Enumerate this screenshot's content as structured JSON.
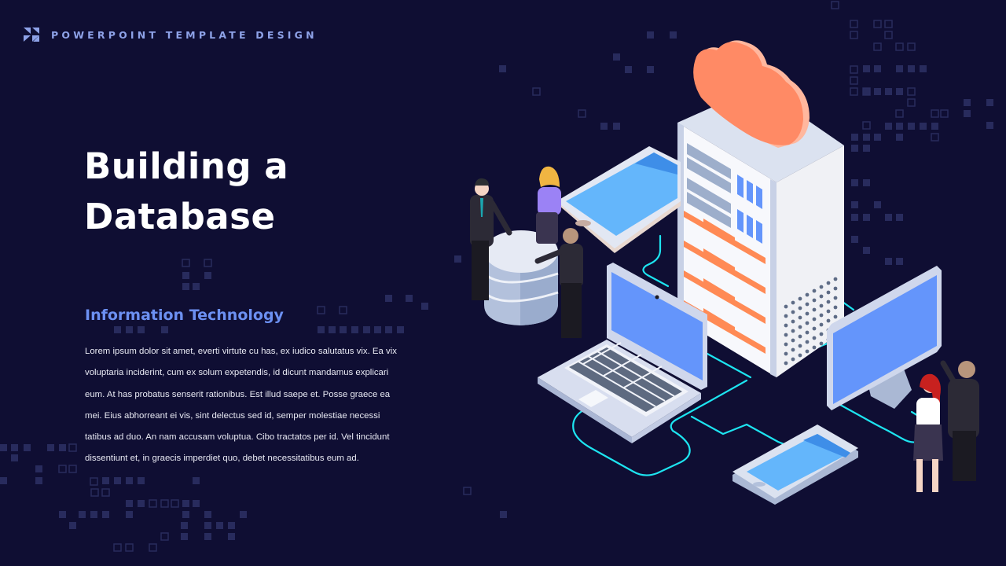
{
  "header": {
    "brand_label": "POWERPOINT TEMPLATE DESIGN",
    "logo_icon": "four-triangle-tiles-icon"
  },
  "main": {
    "title_lines": [
      "Building a",
      "Database"
    ],
    "subtitle": "Information Technology",
    "body_lines": [
      "Lorem  ipsum dolor sit amet, everti  virtute cu has, ex iudico salutatus vix. Ea vix",
      "voluptaria inciderint, cum ex solum expetendis,  id dicunt mandamus explicari",
      "eum.  At  has probatus senserit rationibus. Est illud saepe et.  Posse graece ea",
      "mei.  Eius abhorreant ei vis, sint delectus sed id, semper  molestiae necessi",
      "tatibus ad duo. An  nam accusam voluptua. Cibo tractatos per id. Vel tincidunt",
      "dissentiunt et,  in graecis imperdiet quo,  debet  necessitatibus eum ad."
    ]
  },
  "illustration": {
    "elements": [
      "cloud-icon",
      "server-rack",
      "database-cylinder",
      "tablet",
      "laptop",
      "desktop-monitor",
      "smartphone",
      "people-group-left",
      "people-group-right",
      "network-cables"
    ]
  },
  "colors": {
    "background": "#0f0e33",
    "pixel_squares": "#2b2f62",
    "brand_text": "#8ea2e8",
    "title": "#ffffff",
    "subtitle": "#6c90f2",
    "body_text": "#e8e9f3",
    "cloud": "#ff8a65",
    "screen_blue": "#6495fb",
    "phone_screen": "#64b6fb",
    "cable": "#1de4f0",
    "device_body": "#d5dcef"
  }
}
